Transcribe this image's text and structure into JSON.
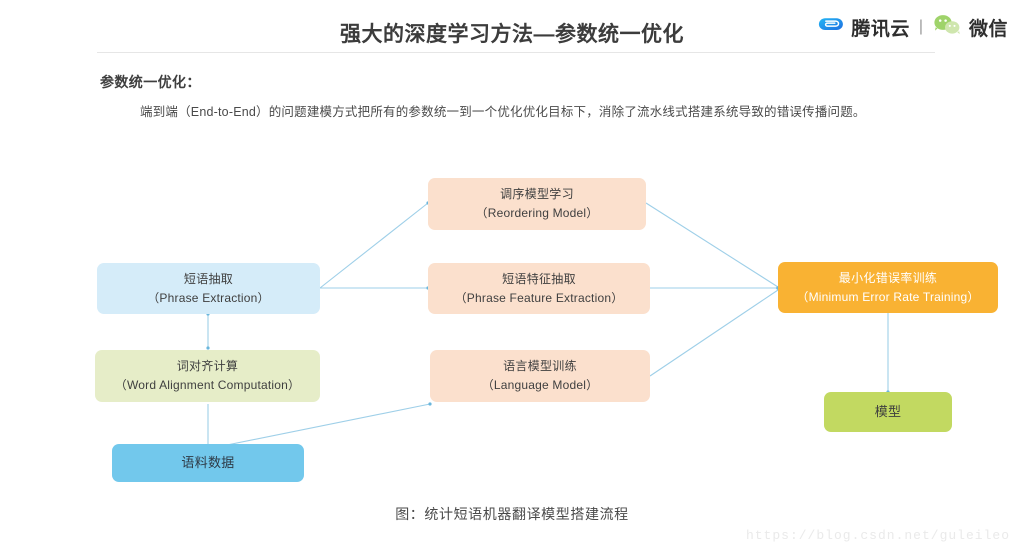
{
  "header": {
    "title": "强大的深度学习方法—参数统一优化",
    "brand": {
      "cloud_icon": "tencent-cloud-icon",
      "cloud_name": "腾讯云",
      "separator": "|",
      "wechat_icon": "wechat-icon",
      "wechat_name": "微信"
    }
  },
  "content": {
    "section_heading": "参数统一优化：",
    "paragraph": "端到端（End-to-End）的问题建模方式把所有的参数统一到一个优化优化目标下，消除了流水线式搭建系统导致的错误传播问题。"
  },
  "diagram": {
    "nodes": [
      {
        "id": "reordering-model",
        "cn": "调序模型学习",
        "en": "（Reordering Model）",
        "color": "#fbe0cd"
      },
      {
        "id": "phrase-extraction",
        "cn": "短语抽取",
        "en": "（Phrase Extraction）",
        "color": "#d5ecf9"
      },
      {
        "id": "phrase-feature-extraction",
        "cn": "短语特征抽取",
        "en": "（Phrase Feature Extraction）",
        "color": "#fbe0cd"
      },
      {
        "id": "minimum-error-rate-training",
        "cn": "最小化错误率训练",
        "en": "（Minimum Error Rate Training）",
        "color": "#f9b233"
      },
      {
        "id": "word-alignment-computation",
        "cn": "词对齐计算",
        "en": "（Word Alignment Computation）",
        "color": "#e6edc8"
      },
      {
        "id": "language-model",
        "cn": "语言模型训练",
        "en": "（Language Model）",
        "color": "#fbe0cd"
      },
      {
        "id": "model",
        "cn": "模型",
        "en": "",
        "color": "#c2d961"
      },
      {
        "id": "corpus-data",
        "cn": "语料数据",
        "en": "",
        "color": "#72c8ec"
      }
    ],
    "edges": [
      {
        "from": "corpus-data",
        "to": "word-alignment-computation"
      },
      {
        "from": "word-alignment-computation",
        "to": "phrase-extraction"
      },
      {
        "from": "corpus-data",
        "to": "language-model"
      },
      {
        "from": "phrase-extraction",
        "to": "reordering-model"
      },
      {
        "from": "phrase-extraction",
        "to": "phrase-feature-extraction"
      },
      {
        "from": "reordering-model",
        "to": "minimum-error-rate-training"
      },
      {
        "from": "phrase-feature-extraction",
        "to": "minimum-error-rate-training"
      },
      {
        "from": "language-model",
        "to": "minimum-error-rate-training"
      },
      {
        "from": "minimum-error-rate-training",
        "to": "model"
      }
    ],
    "edge_color": "#9ecfe8"
  },
  "caption": "图：统计短语机器翻译模型搭建流程",
  "watermark": "https://blog.csdn.net/guleileo"
}
